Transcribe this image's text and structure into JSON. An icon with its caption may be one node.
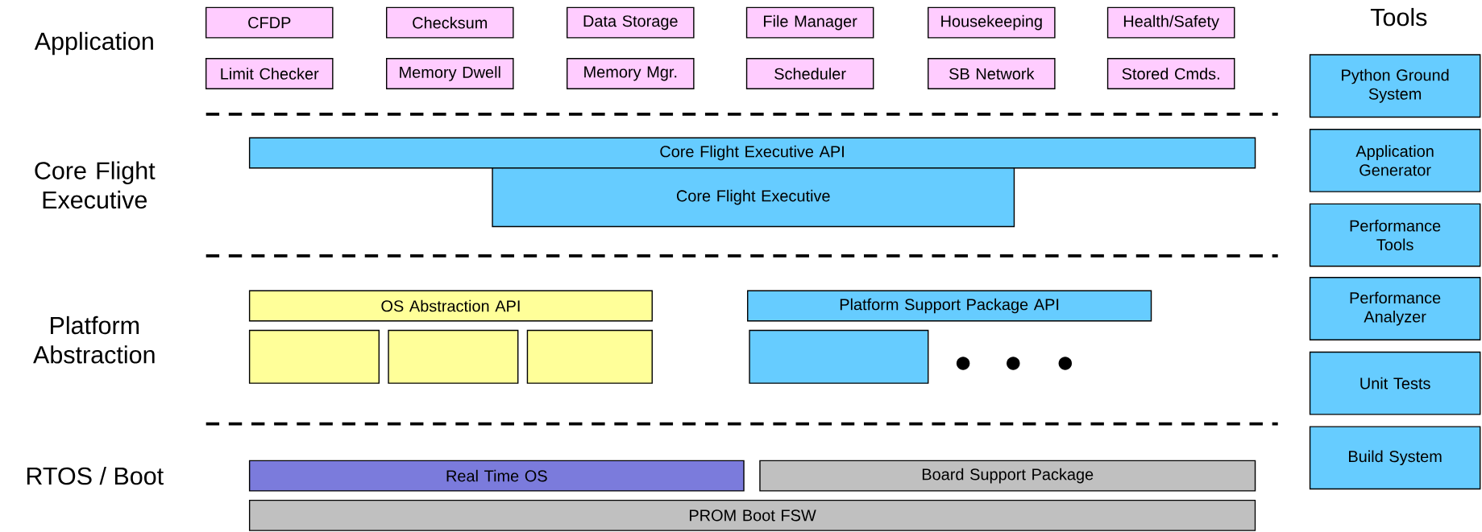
{
  "diagram": {
    "nodes": [
      {
        "text": [
          "CFDP"
        ]
      },
      {
        "text": [
          "Checksum"
        ]
      },
      {
        "text": [
          "Data Storage"
        ]
      },
      {
        "text": [
          "File Manager"
        ]
      },
      {
        "text": [
          "Housekeeping"
        ]
      },
      {
        "text": [
          "Health/Safety"
        ]
      },
      {
        "text": [
          "Limit Checker"
        ]
      },
      {
        "text": [
          "Memory Dwell"
        ]
      },
      {
        "text": [
          "Memory Mgr."
        ]
      },
      {
        "text": [
          "Scheduler"
        ]
      },
      {
        "text": [
          "SB Network"
        ]
      },
      {
        "text": [
          "Stored Cmds."
        ]
      },
      {
        "text": [
          "Core Flight Executive API"
        ]
      },
      {
        "text": [
          "Core Flight Executive"
        ]
      },
      {
        "text": [
          "OS Abstraction API"
        ]
      },
      {
        "text": [],
        "shape": "box"
      },
      {
        "text": [],
        "shape": "box"
      },
      {
        "text": [],
        "shape": "box"
      },
      {
        "text": [
          "Platform Support Package API"
        ]
      },
      {
        "text": [],
        "shape": "box"
      },
      {
        "text": [
          "Real Time OS"
        ]
      },
      {
        "text": [
          "Board Support Package"
        ]
      },
      {
        "text": [
          "PROM Boot FSW"
        ]
      },
      {
        "text": [
          "Python Ground System"
        ]
      },
      {
        "text": [
          "Application Generator"
        ]
      },
      {
        "text": [
          "Performance Tools"
        ]
      },
      {
        "text": [
          "Performance Analyzer"
        ]
      },
      {
        "text": [
          "Unit Tests"
        ]
      },
      {
        "text": [
          "Build System"
        ]
      }
    ],
    "labels": [
      "Application",
      "Tools",
      "Core Flight Executive",
      "Platform Abstraction",
      "RTOS / Boot"
    ]
  }
}
